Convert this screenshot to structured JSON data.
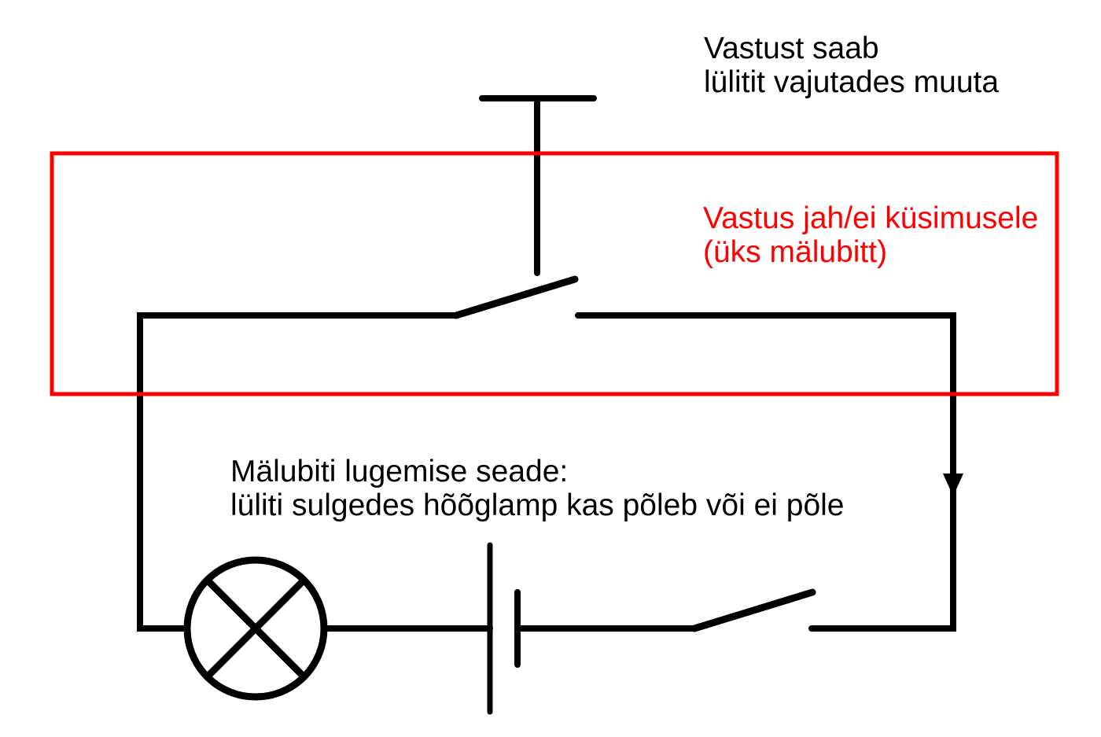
{
  "colors": {
    "background": "#ffffff",
    "line": "#000000",
    "highlight": "#ff0000"
  },
  "annotations": {
    "top_note": {
      "line1": "Vastust saab",
      "line2": "lülitit vajutades muuta"
    },
    "highlight_note": {
      "line1": "Vastus jah/ei küsimusele",
      "line2": "(üks mälubitt)"
    },
    "reader_note": {
      "line1": "Mälubiti lugemise seade:",
      "line2": "lüliti sulgedes hõõglamp kas põleb või ei põle"
    }
  },
  "diagram": {
    "components": [
      "pushbutton-actuator",
      "memory-switch",
      "read-switch",
      "lamp",
      "battery",
      "current-arrow",
      "highlight-box"
    ]
  }
}
